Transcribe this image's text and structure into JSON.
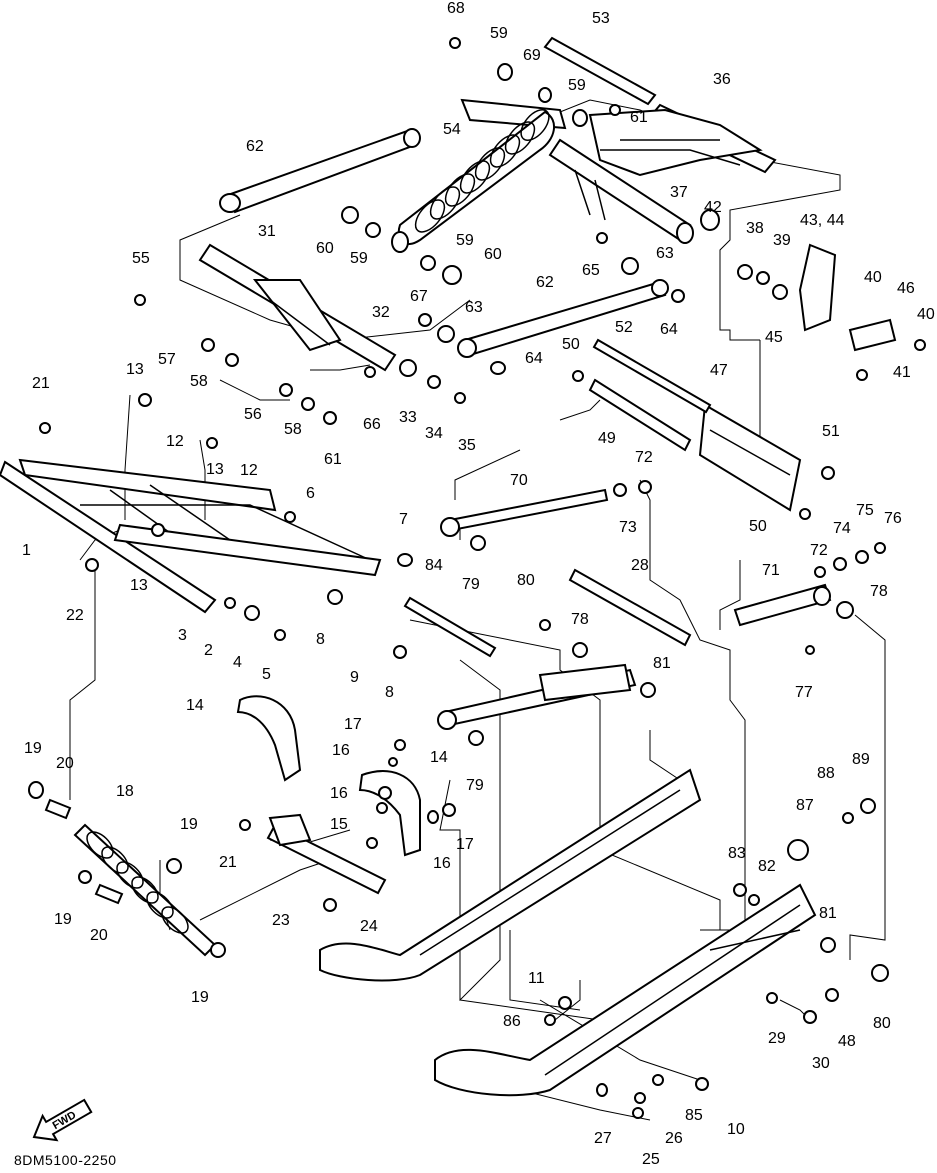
{
  "labels": {
    "l68": "68",
    "l53": "53",
    "l59a": "59",
    "l69": "69",
    "l36": "36",
    "l59b": "59",
    "l61a": "61",
    "l62a": "62",
    "l54": "54",
    "l37": "37",
    "l42": "42",
    "l43_44": "43, 44",
    "l38": "38",
    "l39": "39",
    "l31": "31",
    "l60a": "60",
    "l59c": "59",
    "l59d": "59",
    "l60b": "60",
    "l65": "65",
    "l63a": "63",
    "l55": "55",
    "l62b": "62",
    "l40a": "40",
    "l46": "46",
    "l40b": "40",
    "l45": "45",
    "l41": "41",
    "l67": "67",
    "l63b": "63",
    "l64a": "64",
    "l32": "32",
    "l52": "52",
    "l57": "57",
    "l58a": "58",
    "l64b": "64",
    "l50a": "50",
    "l13a": "13",
    "l21a": "21",
    "l56": "56",
    "l58b": "58",
    "l66": "66",
    "l33": "33",
    "l34": "34",
    "l35": "35",
    "l47": "47",
    "l12a": "12",
    "l61b": "61",
    "l13b": "13",
    "l12b": "12",
    "l49": "49",
    "l51": "51",
    "l72a": "72",
    "l70": "70",
    "l6": "6",
    "l1": "1",
    "l7": "7",
    "l73": "73",
    "l50b": "50",
    "l75": "75",
    "l76": "76",
    "l74": "74",
    "l72b": "72",
    "l13c": "13",
    "l84": "84",
    "l79a": "79",
    "l22": "22",
    "l80a": "80",
    "l28": "28",
    "l71": "71",
    "l78a": "78",
    "l3": "3",
    "l2": "2",
    "l8a": "8",
    "l78b": "78",
    "l4": "4",
    "l5": "5",
    "l9": "9",
    "l8b": "8",
    "l77": "77",
    "l81a": "81",
    "l14a": "14",
    "l17a": "17",
    "l16a": "16",
    "l14b": "14",
    "l79b": "79",
    "l19a": "19",
    "l20a": "20",
    "l18": "18",
    "l16b": "16",
    "l88": "88",
    "l89": "89",
    "l19b": "19",
    "l15": "15",
    "l17b": "17",
    "l87": "87",
    "l21b": "21",
    "l16c": "16",
    "l83": "83",
    "l82": "82",
    "l19c": "19",
    "l20b": "20",
    "l23": "23",
    "l24": "24",
    "l81b": "81",
    "l19d": "19",
    "l11": "11",
    "l29": "29",
    "l48": "48",
    "l80b": "80",
    "l86": "86",
    "l30": "30",
    "l27": "27",
    "l26": "26",
    "l85": "85",
    "l10": "10",
    "l25": "25"
  },
  "fwd_arrow_text": "FWD",
  "catalog_code": "8DM5100-2250"
}
